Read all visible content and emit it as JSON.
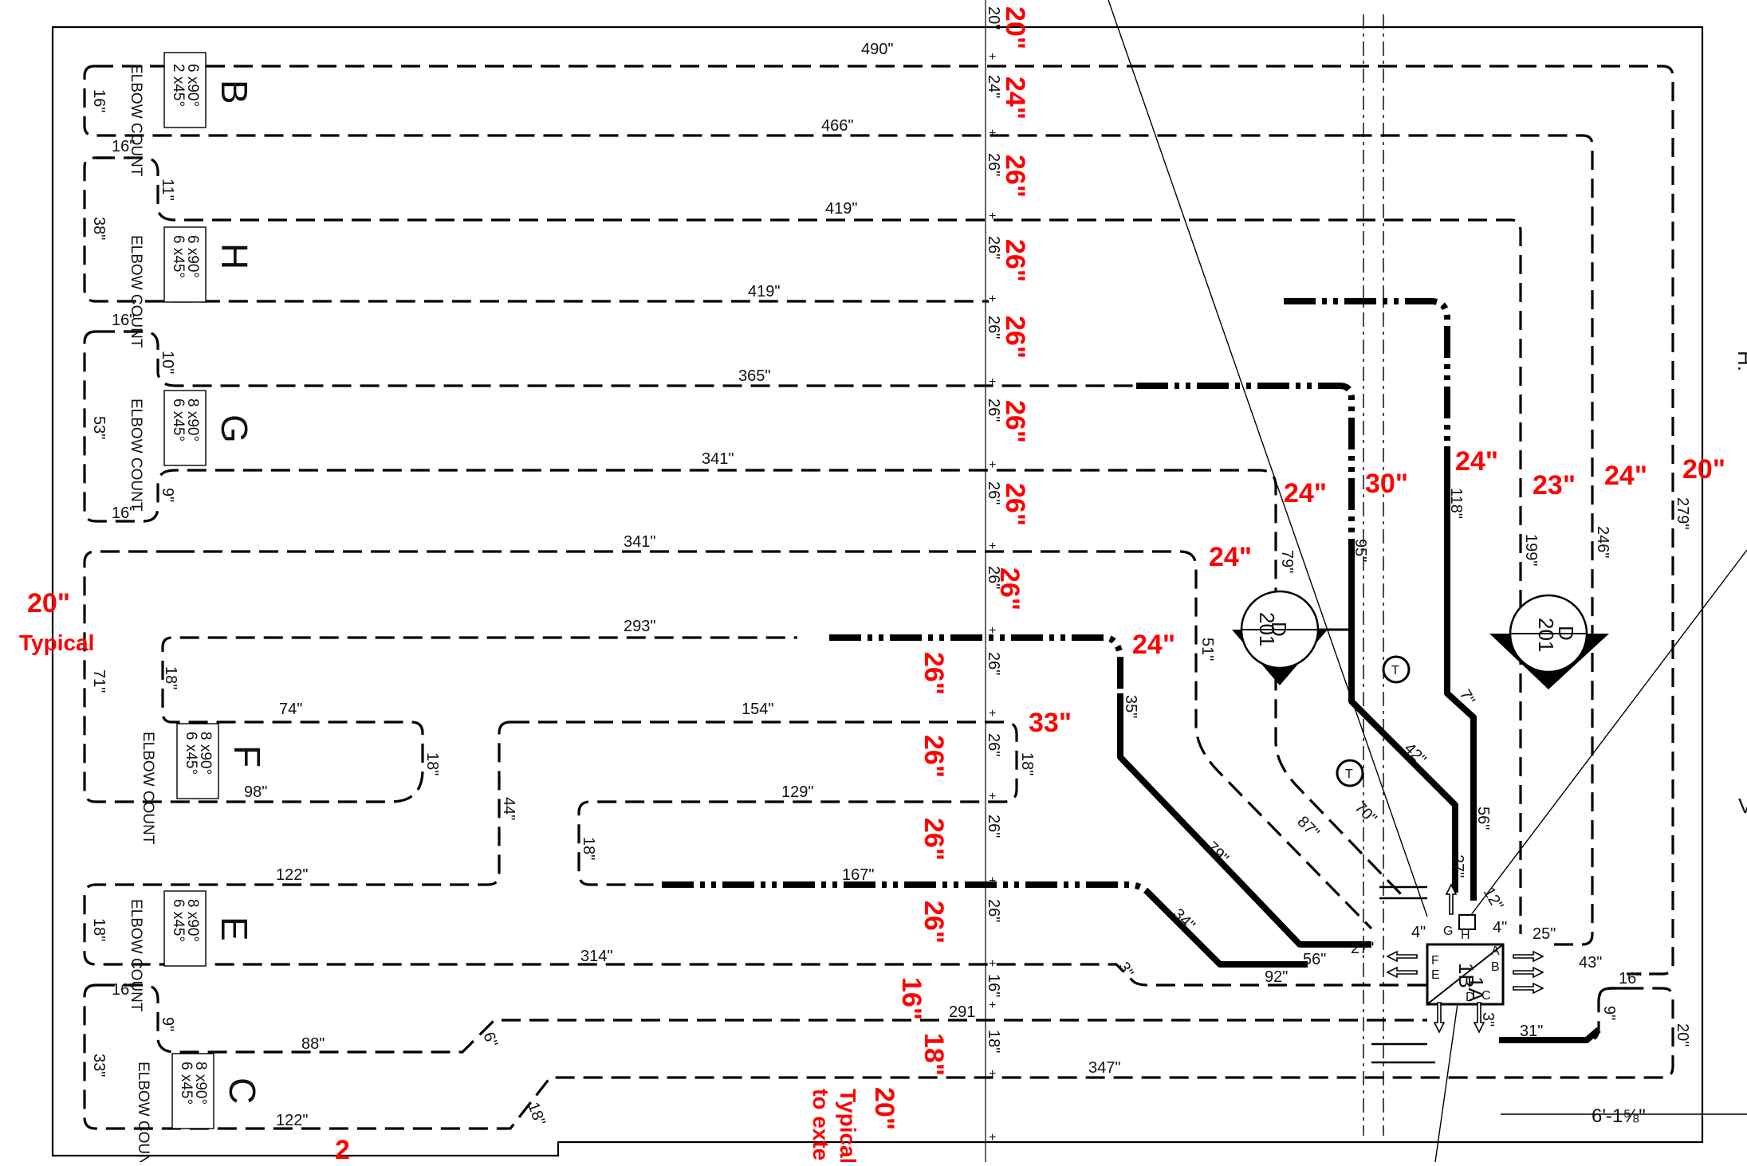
{
  "zones": {
    "B": {
      "letter": "B",
      "elbow_label": "ELBOW COUNT",
      "count1": "6 x90°",
      "count2": "2 x45°"
    },
    "H": {
      "letter": "H",
      "elbow_label": "ELBOW COUNT",
      "count1": "6 x90°",
      "count2": "6 x45°"
    },
    "G": {
      "letter": "G",
      "elbow_label": "ELBOW COUNT",
      "count1": "8 x90°",
      "count2": "6 x45°"
    },
    "F": {
      "letter": "F",
      "elbow_label": "ELBOW COUNT",
      "count1": "8 x90°",
      "count2": "6 x45°"
    },
    "E": {
      "letter": "E",
      "elbow_label": "ELBOW COUNT",
      "count1": "8 x90°",
      "count2": "6 x45°"
    },
    "C": {
      "letter": "C",
      "elbow_label": "ELBOW COUNT",
      "count1": "8 x90°",
      "count2": "6 x45°"
    }
  },
  "loop_dims": {
    "d490": "490\"",
    "d466": "466\"",
    "d419a": "419\"",
    "d419b": "419\"",
    "d365": "365\"",
    "d341a": "341\"",
    "d341b": "341\"",
    "d293": "293\"",
    "d74": "74\"",
    "d154": "154\"",
    "d98": "98\"",
    "d129": "129\"",
    "d122a": "122\"",
    "d167": "167\"",
    "d314": "314\"",
    "d291": "291",
    "d88": "88\"",
    "d347": "347\"",
    "d122b": "122\"",
    "d16a": "16\"",
    "d16b": "16\"",
    "d16c": "16\"",
    "d16d": "16\"",
    "d16e": "16\"",
    "d11": "11\"",
    "d10": "10\"",
    "d9a": "9\"",
    "d9b": "9\"",
    "d38": "38\"",
    "d53": "53\"",
    "d71": "71\"",
    "d18a": "18\"",
    "d18b": "18\"",
    "d18c": "18\"",
    "d18d": "18\"",
    "d18e": "18\"",
    "d18f": "18\"",
    "d44": "44\"",
    "d33": "33\"",
    "d6": "6\"",
    "d3": "3\"",
    "d79a": "79\"",
    "d51": "51\"",
    "d35": "35\"",
    "d79b": "79\"",
    "d87": "87\"",
    "d70": "70\"",
    "d42": "42\"",
    "d95": "95\"",
    "d118": "118\"",
    "d7": "7\"",
    "d56a": "56\"",
    "d27a": "27\"",
    "d199": "199\"",
    "d246": "246\"",
    "d279": "279\"",
    "d34": "34\"",
    "d56b": "56\"",
    "d92": "92\"",
    "d27b": "27\"",
    "d4a": "4\"",
    "d4b": "4\"",
    "d25": "25\"",
    "d43": "43\"",
    "d16f": "16\"",
    "d12": "12\"",
    "d3b": "3\"",
    "d31": "31\"",
    "d9c": "9\"",
    "d20": "20\"",
    "d6ft": "6'-1⅝\""
  },
  "spacing_column": [
    "20\"",
    "24\"",
    "26\"",
    "26\"",
    "26\"",
    "26\"",
    "26\"",
    "26\"",
    "26\"",
    "26\"",
    "26\"",
    "26\"",
    "16\"",
    "18\""
  ],
  "red_labels": {
    "r20top": "20\"",
    "r24a": "24\"",
    "r26a": "26\"",
    "r26b": "26\"",
    "r26c": "26\"",
    "r26d": "26\"",
    "r26e": "26\"",
    "r26f": "26\"",
    "r26g": "26\"",
    "r26h": "26\"",
    "r26i": "26\"",
    "r16": "16\"",
    "r18": "18\"",
    "r20bot": "20\"",
    "typical_bottom_a": "Typical",
    "typical_bottom_b": "to exter",
    "r20left": "20\"",
    "typical_left": "Typical",
    "r33": "33\"",
    "r24b": "24\"",
    "r24c": "24\"",
    "r24d": "24\"",
    "r30": "30\"",
    "r24e": "24\"",
    "r23": "23\"",
    "r24f": "24\"",
    "r20right": "20\"",
    "r2": "2"
  },
  "equipment": {
    "d201a_top": "D",
    "d201a_bot": "201",
    "d201b_top": "D",
    "d201b_bot": "201",
    "t1": "T",
    "t2": "T",
    "manifold_1a": "1A",
    "manifold_1b": "1B",
    "port_a": "A",
    "port_b": "B",
    "port_c": "C",
    "port_d": "D",
    "port_e": "E",
    "port_f": "F",
    "port_g": "G",
    "port_h": "H"
  },
  "edge_text": {
    "right_a": "H.",
    "right_b": "V"
  }
}
